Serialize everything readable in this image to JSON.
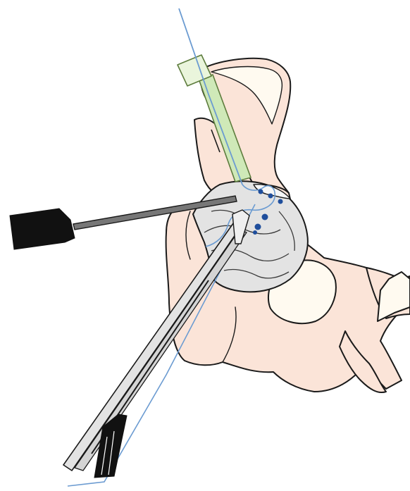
{
  "figure": {
    "description_text": "",
    "colors": {
      "bone_fill": "#fbe4d8",
      "bone_outline": "#1a1a1a",
      "cartilage_fill": "#fffaf0",
      "femoral_head_fill": "#e3e3e3",
      "sleeve_fill": "#cfe9b8",
      "sleeve_outline": "#5d7c3d",
      "guidewire": "#6b9bd1",
      "suture_anchor": "#1f4e9c",
      "instrument_shaft": "#777777",
      "instrument_handle": "#111111",
      "background": "#ffffff"
    },
    "elements": [
      {
        "id": "pelvis",
        "label": ""
      },
      {
        "id": "femoral-head",
        "label": ""
      },
      {
        "id": "guide-sleeve",
        "label": ""
      },
      {
        "id": "guidewire",
        "label": ""
      },
      {
        "id": "probe-instrument",
        "label": ""
      },
      {
        "id": "cannula-instrument",
        "label": ""
      },
      {
        "id": "suture-anchors",
        "label": ""
      }
    ]
  }
}
